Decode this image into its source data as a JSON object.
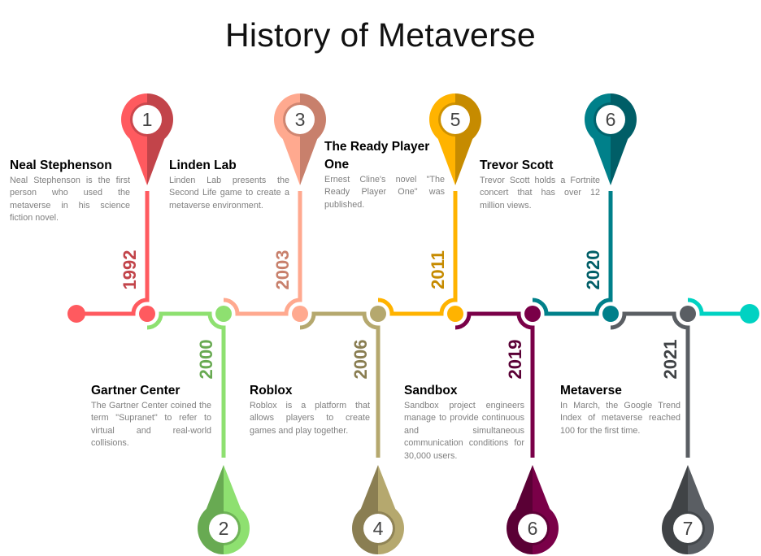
{
  "title": "History of Metaverse",
  "events": [
    {
      "num": "1",
      "year": "1992",
      "title": "Neal Stephenson",
      "desc": "Neal Stephenson is the first person who used the metaverse in his science fiction novel.",
      "light": "#ff5a5f",
      "dark": "#c2444a",
      "pos": "up"
    },
    {
      "num": "2",
      "year": "2000",
      "title": "Gartner Center",
      "desc": "The Gartner Center coined the term \"Supranet\" to refer to virtual and real-world collisions.",
      "light": "#8ee070",
      "dark": "#68aa52",
      "pos": "down"
    },
    {
      "num": "3",
      "year": "2003",
      "title": "Linden Lab",
      "desc": "Linden Lab presents the Second Life game to create a metaverse environment.",
      "light": "#ffa98f",
      "dark": "#c8806c",
      "pos": "up"
    },
    {
      "num": "4",
      "year": "2006",
      "title": "Roblox",
      "desc": "Roblox is a platform that allows players to create games and play together.",
      "light": "#b5a86e",
      "dark": "#8a7e52",
      "pos": "down"
    },
    {
      "num": "5",
      "year": "2011",
      "title": "The Ready Player One",
      "desc": "Ernest Cline's novel \"The Ready Player One\" was published.",
      "light": "#ffb300",
      "dark": "#c68b00",
      "pos": "up"
    },
    {
      "num": "6",
      "year": "2019",
      "title": "Sandbox",
      "desc": "Sandbox project engineers manage to provide continuous and simultaneous communication conditions for 30,000 users.",
      "light": "#7a0048",
      "dark": "#5a0035",
      "pos": "down"
    },
    {
      "num": "6",
      "year": "2020",
      "title": "Trevor Scott",
      "desc": "Trevor Scott holds a Fortnite concert that has over 12 million views.",
      "light": "#00808a",
      "dark": "#005e67",
      "pos": "up"
    },
    {
      "num": "7",
      "year": "2021",
      "title": "Metaverse",
      "desc": "In March, the Google Trend Index of metaverse reached 100 for the first time.",
      "light": "#5a5e63",
      "dark": "#404346",
      "pos": "down"
    }
  ],
  "end_color": "#00d2c2"
}
